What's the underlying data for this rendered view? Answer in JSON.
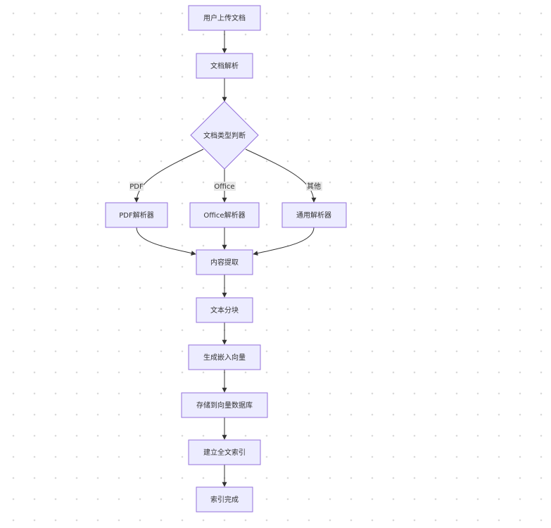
{
  "diagram": {
    "nodes": {
      "upload": "用户上传文档",
      "parse": "文档解析",
      "type_check": "文档类型判断",
      "pdf_parser": "PDF解析器",
      "office_parser": "Office解析器",
      "generic_parser": "通用解析器",
      "extract": "内容提取",
      "chunk": "文本分块",
      "embed": "生成嵌入向量",
      "store": "存储到向量数据库",
      "fulltext": "建立全文索引",
      "done": "索引完成"
    },
    "edge_labels": {
      "pdf": "PDF",
      "office": "Office",
      "other": "其他"
    }
  },
  "colors": {
    "node_fill": "#ececff",
    "node_stroke": "#9370db",
    "edge": "#333333",
    "label_bg": "#e8e8e8"
  }
}
